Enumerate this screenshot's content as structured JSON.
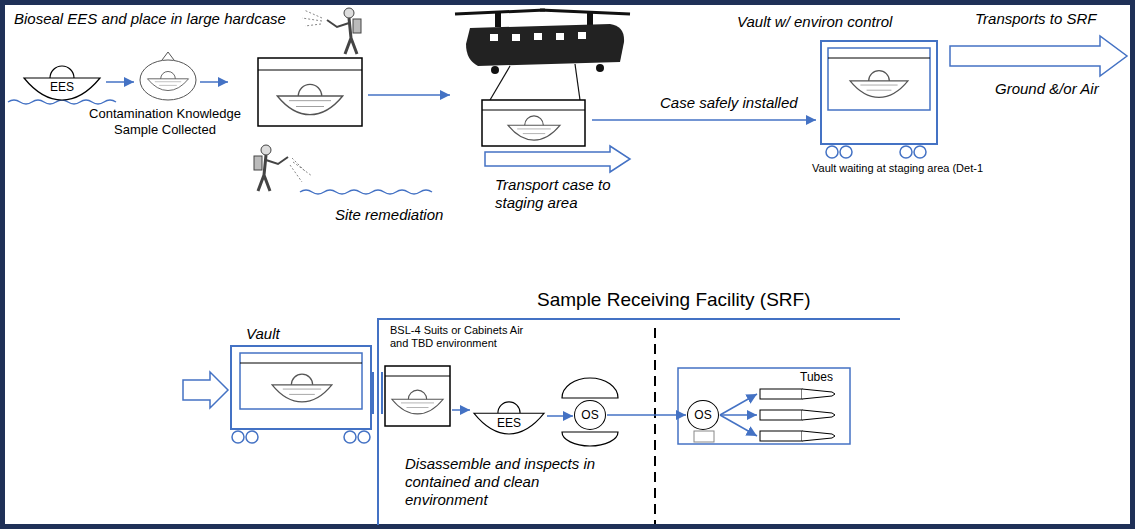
{
  "diagram": {
    "nodes": [
      {
        "text": [
          "EES"
        ]
      },
      {
        "text": [
          "Vault w/ environ control"
        ]
      },
      {
        "text": [
          "Sample Receiving Facility (SRF)"
        ]
      },
      {
        "text": [
          "Vault"
        ]
      },
      {
        "text": [
          "EES"
        ],
        "in": 2
      },
      {
        "text": [
          "OS"
        ],
        "in": 2
      },
      {
        "text": [
          "OS"
        ],
        "in": 2
      }
    ],
    "edges": [
      {
        "from": 4,
        "to": 5,
        "arrow": "to"
      },
      {
        "from": 5,
        "to": 6,
        "arrow": "to"
      }
    ],
    "labels": [
      "Bioseal EES and place in large hardcase",
      "Contamination Knowledge Sample Collected",
      "Site remediation",
      "Case safely installed",
      "Transport case to staging area",
      "Transports to SRF",
      "Ground &/or Air",
      "Vault waiting at staging area (Det-1",
      "BSL-4 Suits or Cabinets Air and TBD environment",
      "Disassemble and inspects in contained and clean environment",
      "Tubes"
    ]
  }
}
